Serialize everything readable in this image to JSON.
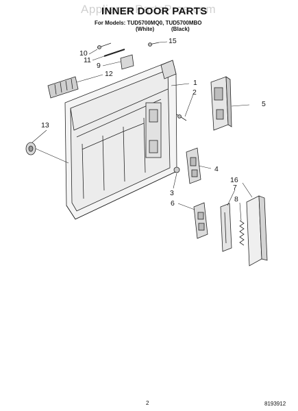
{
  "watermark": "AppliancePartsPros.com",
  "header": {
    "title": "INNER DOOR PARTS",
    "models": "For Models: TUD5700MQ0, TUD5700MBO",
    "variant_white": "(White)",
    "variant_black": "(Black)"
  },
  "callouts": {
    "c1": "1",
    "c2": "2",
    "c3": "3",
    "c4": "4",
    "c5": "5",
    "c6": "6",
    "c7": "7",
    "c8": "8",
    "c9": "9",
    "c10": "10",
    "c11": "11",
    "c12": "12",
    "c13": "13",
    "c15": "15",
    "c16": "16"
  },
  "footer": {
    "page_number": "2",
    "doc_number": "8193912"
  }
}
